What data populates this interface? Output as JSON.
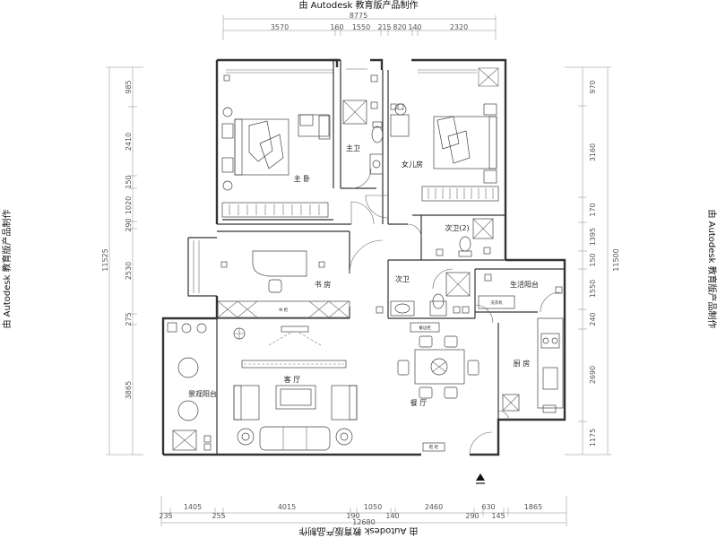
{
  "watermarks": {
    "top": "由 Autodesk 教育版产品制作",
    "bottom": "由 Autodesk 教育版产品制作",
    "left": "由 Autodesk 教育版产品制作",
    "right": "由 Autodesk 教育版产品制作"
  },
  "dimensions": {
    "top_total": "8775",
    "top_segments": [
      "3570",
      "160",
      "1550",
      "215",
      "820",
      "140",
      "2320"
    ],
    "bottom_total": "12680",
    "bottom_segments": [
      "235",
      "1405",
      "255",
      "4015",
      "190",
      "1050",
      "140",
      "2460",
      "290",
      "630",
      "145",
      "1865"
    ],
    "left_total": "11525",
    "left_segments": [
      "985",
      "2410",
      "150",
      "1020",
      "290",
      "2530",
      "275",
      "3865"
    ],
    "right_total": "11500",
    "right_segments": [
      "970",
      "3160",
      "170",
      "1395",
      "150",
      "1550",
      "240",
      "2690",
      "1175"
    ]
  },
  "rooms": {
    "master_bedroom": "主 卧",
    "master_bath": "主卫",
    "daughter_room": "女儿房",
    "second_bath_upper": "次卫(2)",
    "second_bath": "次卫",
    "study": "书 房",
    "service_balcony": "生活阳台",
    "scenic_balcony": "景观阳台",
    "living_room": "客 厅",
    "dining_room": "餐 厅",
    "kitchen": "厨 房"
  },
  "labels": {
    "study_cabinet": "书 柜",
    "dining_cabinet": "餐边柜",
    "shoe_cabinet": "鞋 柜",
    "service_cabinet": "洗衣机"
  }
}
